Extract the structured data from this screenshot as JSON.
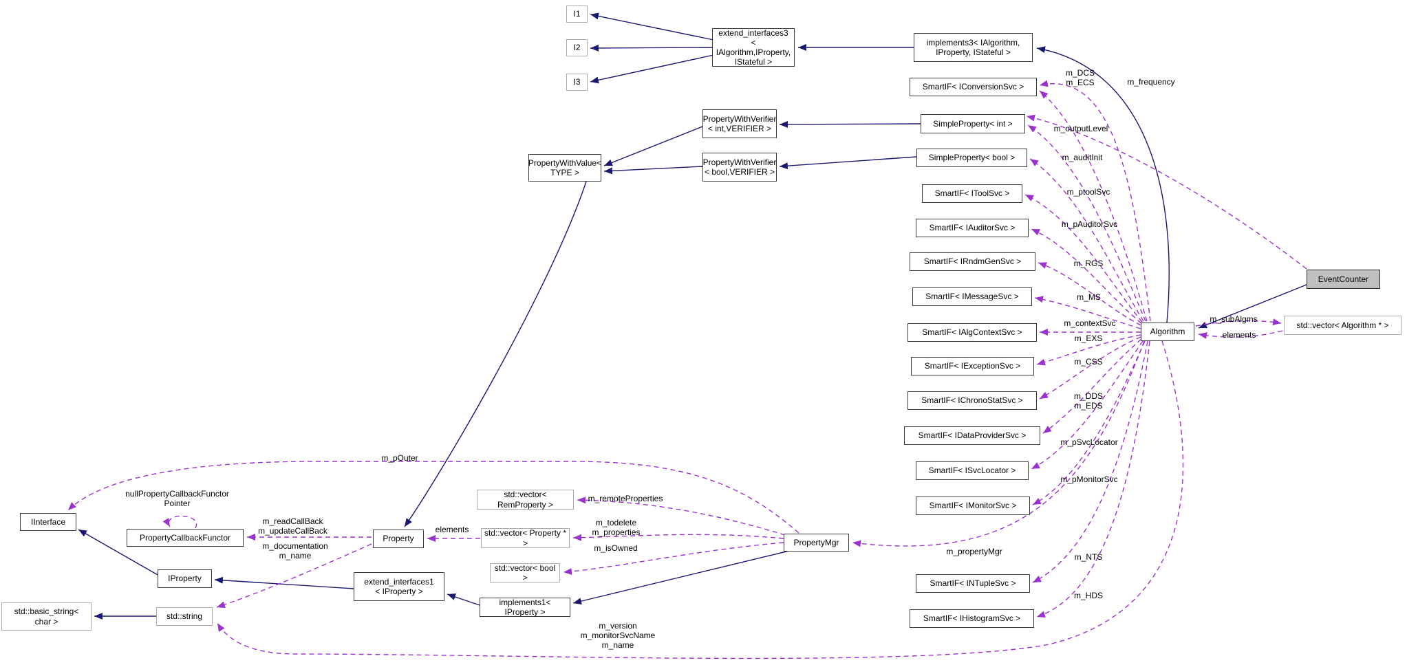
{
  "nodes": {
    "i1": "I1",
    "i2": "I2",
    "i3": "I3",
    "extend_interfaces3": "extend_interfaces3\n< IAlgorithm,IProperty,\nIStateful >",
    "implements3": "implements3< IAlgorithm,\nIProperty, IStateful >",
    "smartif_iconversionsvc": "SmartIF< IConversionSvc >",
    "propertywithverifier_int": "PropertyWithVerifier\n< int,VERIFIER >",
    "simpleproperty_int": "SimpleProperty< int >",
    "propertywithvalue": "PropertyWithValue<\nTYPE >",
    "propertywithverifier_bool": "PropertyWithVerifier\n< bool,VERIFIER >",
    "simpleproperty_bool": "SimpleProperty< bool >",
    "smartif_itoolsvc": "SmartIF< IToolSvc >",
    "smartif_iauditorsvc": "SmartIF< IAuditorSvc >",
    "smartif_irndmgensvc": "SmartIF< IRndmGenSvc >",
    "smartif_imessagesvc": "SmartIF< IMessageSvc >",
    "smartif_ialgcontextsvc": "SmartIF< IAlgContextSvc >",
    "smartif_iexceptionsvc": "SmartIF< IExceptionSvc >",
    "smartif_ichronostatsvc": "SmartIF< IChronoStatSvc >",
    "smartif_idataprovidersvc": "SmartIF< IDataProviderSvc >",
    "smartif_isvclocator": "SmartIF< ISvcLocator >",
    "smartif_imonitorsvc": "SmartIF< IMonitorSvc >",
    "smartif_intuplesvc": "SmartIF< INTupleSvc >",
    "smartif_ihistogramsvc": "SmartIF< IHistogramSvc >",
    "algorithm": "Algorithm",
    "eventcounter": "EventCounter",
    "vector_algorithm": "std::vector< Algorithm * >",
    "propertymgr": "PropertyMgr",
    "vector_remproperty": "std::vector< RemProperty >",
    "vector_property": "std::vector< Property * >",
    "vector_bool": "std::vector< bool >",
    "property": "Property",
    "extend_interfaces1": "extend_interfaces1\n< IProperty >",
    "implements1": "implements1< IProperty >",
    "iproperty": "IProperty",
    "iinterface": "IInterface",
    "propertycallbackfunctor": "PropertyCallbackFunctor",
    "basic_string": "std::basic_string<\nchar >",
    "std_string": "std::string"
  },
  "labels": {
    "m_dcs_ecs": "m_DCS\nm_ECS",
    "m_frequency": "m_frequency",
    "m_outputlevel": "m_outputLevel",
    "m_auditinit": "m_auditInit",
    "m_ptoolsvc": "m_ptoolSvc",
    "m_pauditorsvc": "m_pAuditorSvc",
    "m_rgs": "m_RGS",
    "m_ms": "m_MS",
    "m_contextsvc": "m_contextSvc",
    "m_exs": "m_EXS",
    "m_css": "m_CSS",
    "m_dds_eds": "m_DDS\nm_EDS",
    "m_psvclocator": "m_pSvcLocator",
    "m_pmonitorsvc": "m_pMonitorSvc",
    "m_propertymgr": "m_propertyMgr",
    "m_nts": "m_NTS",
    "m_hds": "m_HDS",
    "m_subalgms": "m_subAlgms",
    "elements_right": "elements",
    "m_pouter": "m_pOuter",
    "null_pcf_pointer": "nullPropertyCallbackFunctor\nPointer",
    "m_read_update": "m_readCallBack\nm_updateCallBack",
    "m_doc_name": "m_documentation\nm_name",
    "elements_left": "elements",
    "m_remoteproperties": "m_remoteProperties",
    "m_todelete_properties": "m_todelete\nm_properties",
    "m_isowned": "m_isOwned",
    "m_version_etc": "m_version\nm_monitorSvcName\nm_name"
  },
  "colors": {
    "inheritance_edge": "#191970",
    "usage_edge": "#9a32cd",
    "highlight_fill": "#bfbfbf"
  }
}
